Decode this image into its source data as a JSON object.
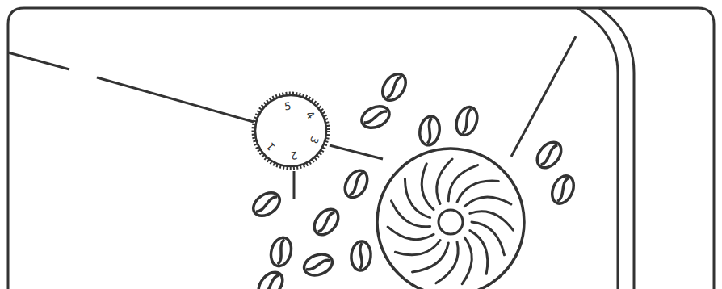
{
  "diagram": {
    "nodes": [
      {
        "text": [
          "1",
          "2",
          "3",
          "4",
          "5"
        ]
      }
    ]
  }
}
